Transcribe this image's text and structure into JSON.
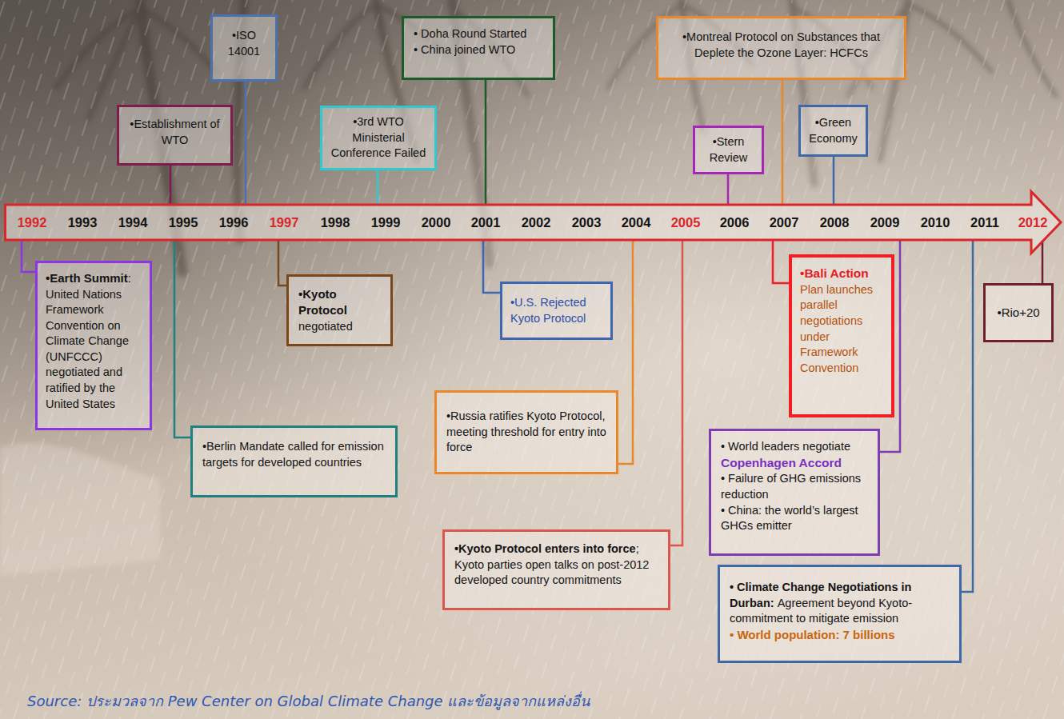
{
  "diagram": {
    "caption": "Source: ประมวลจาก Pew Center on Global Climate Change และข้อมูลจากแหล่งอื่น",
    "nodes": [
      {
        "text": [
          "•Establishment of WTO"
        ]
      },
      {
        "text": [
          "•ISO 14001"
        ]
      },
      {
        "text": [
          "•3rd WTO Ministerial Conference Failed"
        ]
      },
      {
        "text": [
          "• Doha Round Started",
          "• China joined WTO"
        ]
      },
      {
        "text": [
          "•Stern Review"
        ]
      },
      {
        "text": [
          "•Montreal Protocol on Substances that Deplete the Ozone Layer: HCFCs"
        ]
      },
      {
        "text": [
          "•Green Economy"
        ]
      },
      {
        "text": [
          "1992",
          "1993",
          "1994",
          "1995",
          "1996",
          "1997",
          "1998",
          "1999",
          "2000",
          "2001",
          "2002",
          "2003",
          "2004",
          "2005",
          "2006",
          "2007",
          "2008",
          "2009",
          "2010",
          "2011",
          "2012"
        ]
      },
      {
        "text": [
          "•Earth Summit",
          ": United Nations Framework Convention on Climate Change (UNFCCC) negotiated and ratified by the United States"
        ]
      },
      {
        "text": [
          "•Berlin Mandate called for emission targets for developed countries"
        ]
      },
      {
        "text": [
          "•Kyoto Protocol",
          "negotiated"
        ]
      },
      {
        "text": [
          "•U.S. Rejected Kyoto Protocol"
        ]
      },
      {
        "text": [
          "•Russia ratifies Kyoto Protocol, meeting threshold for entry into force"
        ]
      },
      {
        "text": [
          "•Kyoto Protocol enters into force",
          "; Kyoto parties open talks on post-2012 developed country commitments"
        ]
      },
      {
        "text": [
          "•Bali Action",
          "Plan launches parallel negotiations under Framework Convention"
        ]
      },
      {
        "text": [
          "• World leaders negotiate",
          "Copenhagen Accord",
          "• Failure of GHG emissions reduction",
          "• China: the world’s largest GHGs emitter"
        ]
      },
      {
        "text": [
          "• Climate Change Negotiations in Durban:",
          "Agreement beyond Kyoto-commitment to mitigate emission",
          "• World population: 7 billions"
        ]
      },
      {
        "text": [
          "•Rio+20"
        ]
      }
    ],
    "edges": [
      {
        "from": 0,
        "to": 7,
        "arrow": "none"
      },
      {
        "from": 1,
        "to": 7,
        "arrow": "none"
      },
      {
        "from": 2,
        "to": 7,
        "arrow": "none"
      },
      {
        "from": 3,
        "to": 7,
        "arrow": "none"
      },
      {
        "from": 4,
        "to": 7,
        "arrow": "none"
      },
      {
        "from": 5,
        "to": 7,
        "arrow": "none"
      },
      {
        "from": 6,
        "to": 7,
        "arrow": "none"
      },
      {
        "from": 8,
        "to": 7,
        "arrow": "none"
      },
      {
        "from": 9,
        "to": 7,
        "arrow": "none"
      },
      {
        "from": 10,
        "to": 7,
        "arrow": "none"
      },
      {
        "from": 11,
        "to": 7,
        "arrow": "none"
      },
      {
        "from": 12,
        "to": 7,
        "arrow": "none"
      },
      {
        "from": 13,
        "to": 7,
        "arrow": "none"
      },
      {
        "from": 14,
        "to": 7,
        "arrow": "none"
      },
      {
        "from": 15,
        "to": 7,
        "arrow": "none"
      },
      {
        "from": 16,
        "to": 7,
        "arrow": "none"
      },
      {
        "from": 17,
        "to": 7,
        "arrow": "none"
      }
    ]
  }
}
